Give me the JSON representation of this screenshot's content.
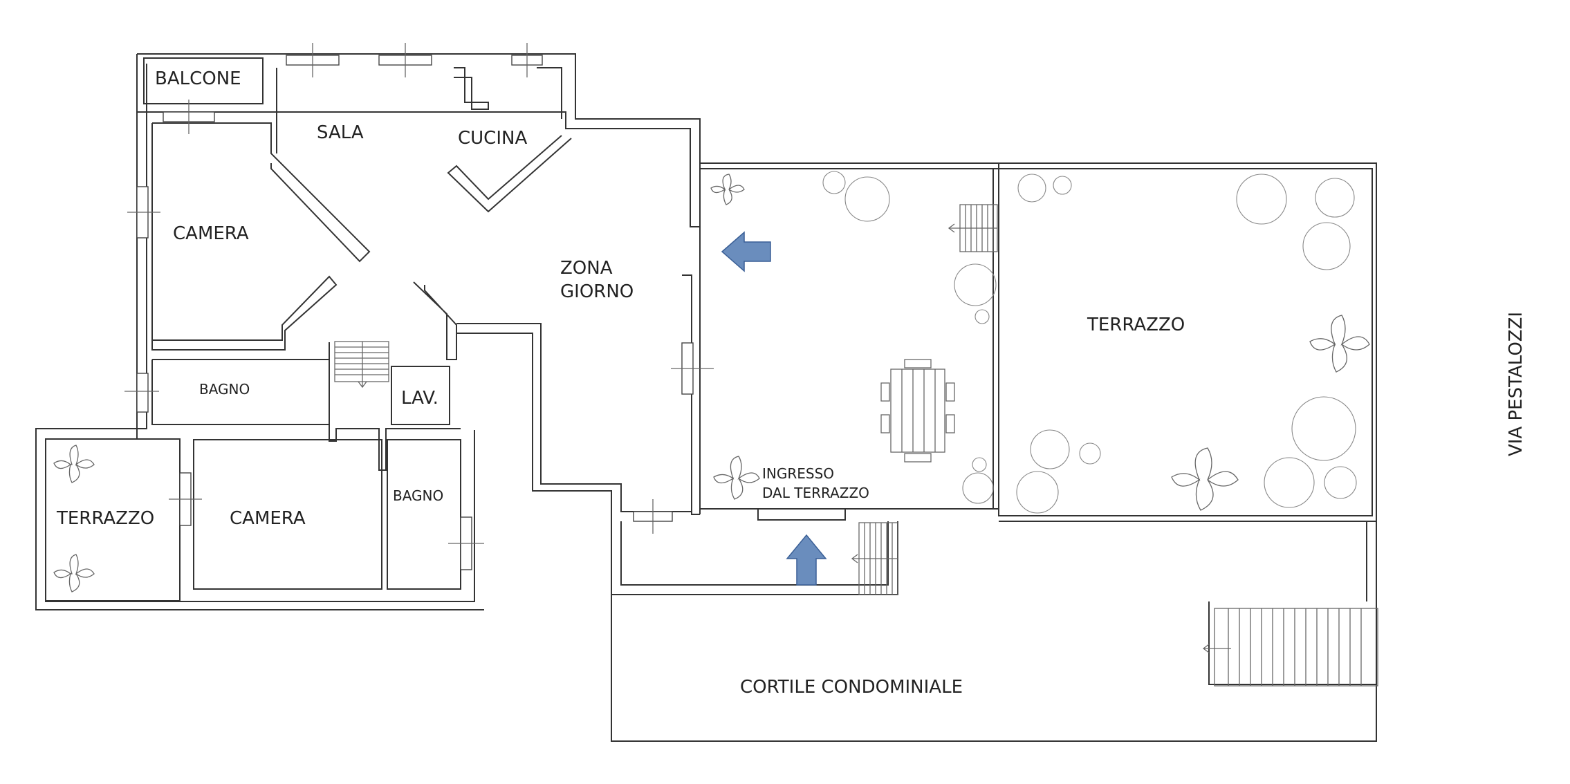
{
  "plan": {
    "rooms": {
      "balcone": "BALCONE",
      "sala": "SALA",
      "cucina": "CUCINA",
      "camera_top": "CAMERA",
      "zona_giorno_line1": "ZONA",
      "zona_giorno_line2": "GIORNO",
      "bagno_left": "BAGNO",
      "lav": "LAV.",
      "terrazzo_left": "TERRAZZO",
      "camera_bottom": "CAMERA",
      "bagno_bottom": "BAGNO",
      "ingresso_line1": "INGRESSO",
      "ingresso_line2": "DAL TERRAZZO",
      "terrazzo_right": "TERRAZZO",
      "cortile": "CORTILE CONDOMINIALE"
    },
    "street": "VIA PESTALOZZI"
  },
  "colors": {
    "arrow_fill": "#6a8dbd",
    "wall": "#333333"
  },
  "icons": [
    "entrance-arrow-icon",
    "plant-icon",
    "stair-icon",
    "dining-table-icon"
  ]
}
